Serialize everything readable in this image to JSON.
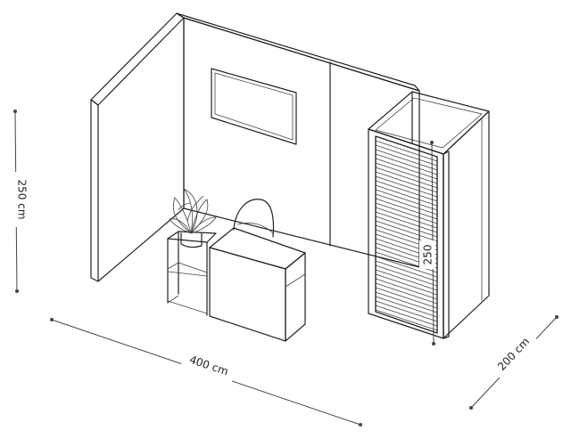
{
  "dimensions": {
    "height_label": "250 cm",
    "width_label": "400 cm",
    "depth_label": "200 cm",
    "cabin_height_label": "250"
  },
  "colors": {
    "line": "#222222",
    "background": "#ffffff"
  }
}
